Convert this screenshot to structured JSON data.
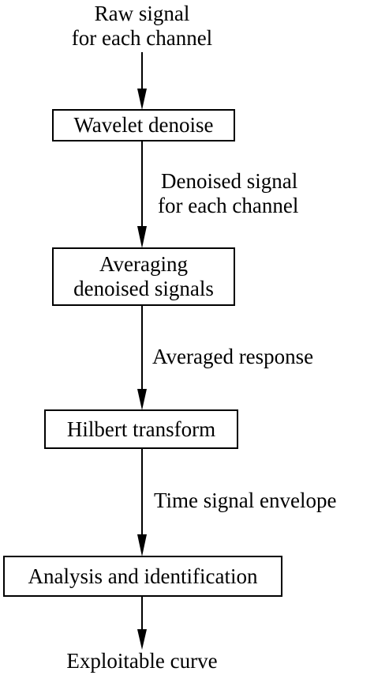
{
  "flow": {
    "input_line1": "Raw signal",
    "input_line2": "for each channel",
    "step1": "Wavelet denoise",
    "label1_line1": "Denoised signal",
    "label1_line2": "for each channel",
    "step2_line1": "Averaging",
    "step2_line2": "denoised signals",
    "label2": "Averaged response",
    "step3": "Hilbert transform",
    "label3": "Time signal envelope",
    "step4": "Analysis and identification",
    "output": "Exploitable curve"
  }
}
